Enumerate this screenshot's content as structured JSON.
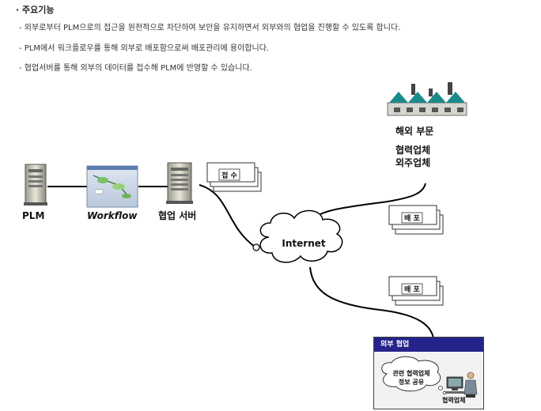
{
  "header": {
    "title": "· 주요기능",
    "bullets": [
      "- 외부로부터 PLM으로의 접근을 원천적으로 차단하여 보안을 유지하면서 외부와의 협업을 진행할 수 있도록 합니다.",
      "- PLM에서 워크플로우를 통해 외부로 배포함으로써 배포관리에 용이합니다.",
      "- 협업서버를 통해 외부의 데이터를 접수해 PLM에  반영할 수 있습니다."
    ]
  },
  "diagram": {
    "plm_label": "PLM",
    "workflow_label": "Workflow",
    "collab_server_label": "협업 서버",
    "receive_doc_label": "접 수",
    "internet_label": "Internet",
    "overseas_label": "해외 부문",
    "partner_label": "협력업체",
    "outsource_label": "외주업체",
    "distribute_doc_label_1": "배 포",
    "distribute_doc_label_2": "배 포",
    "external_collab_title": "외부 협업",
    "share_bubble_line1": "관련 협력업체",
    "share_bubble_line2": "정보 공유",
    "partner_person_label": "협력업체"
  },
  "colors": {
    "factory_teal": "#1a8a8a",
    "collab_header": "#23238a",
    "line": "#000000"
  }
}
